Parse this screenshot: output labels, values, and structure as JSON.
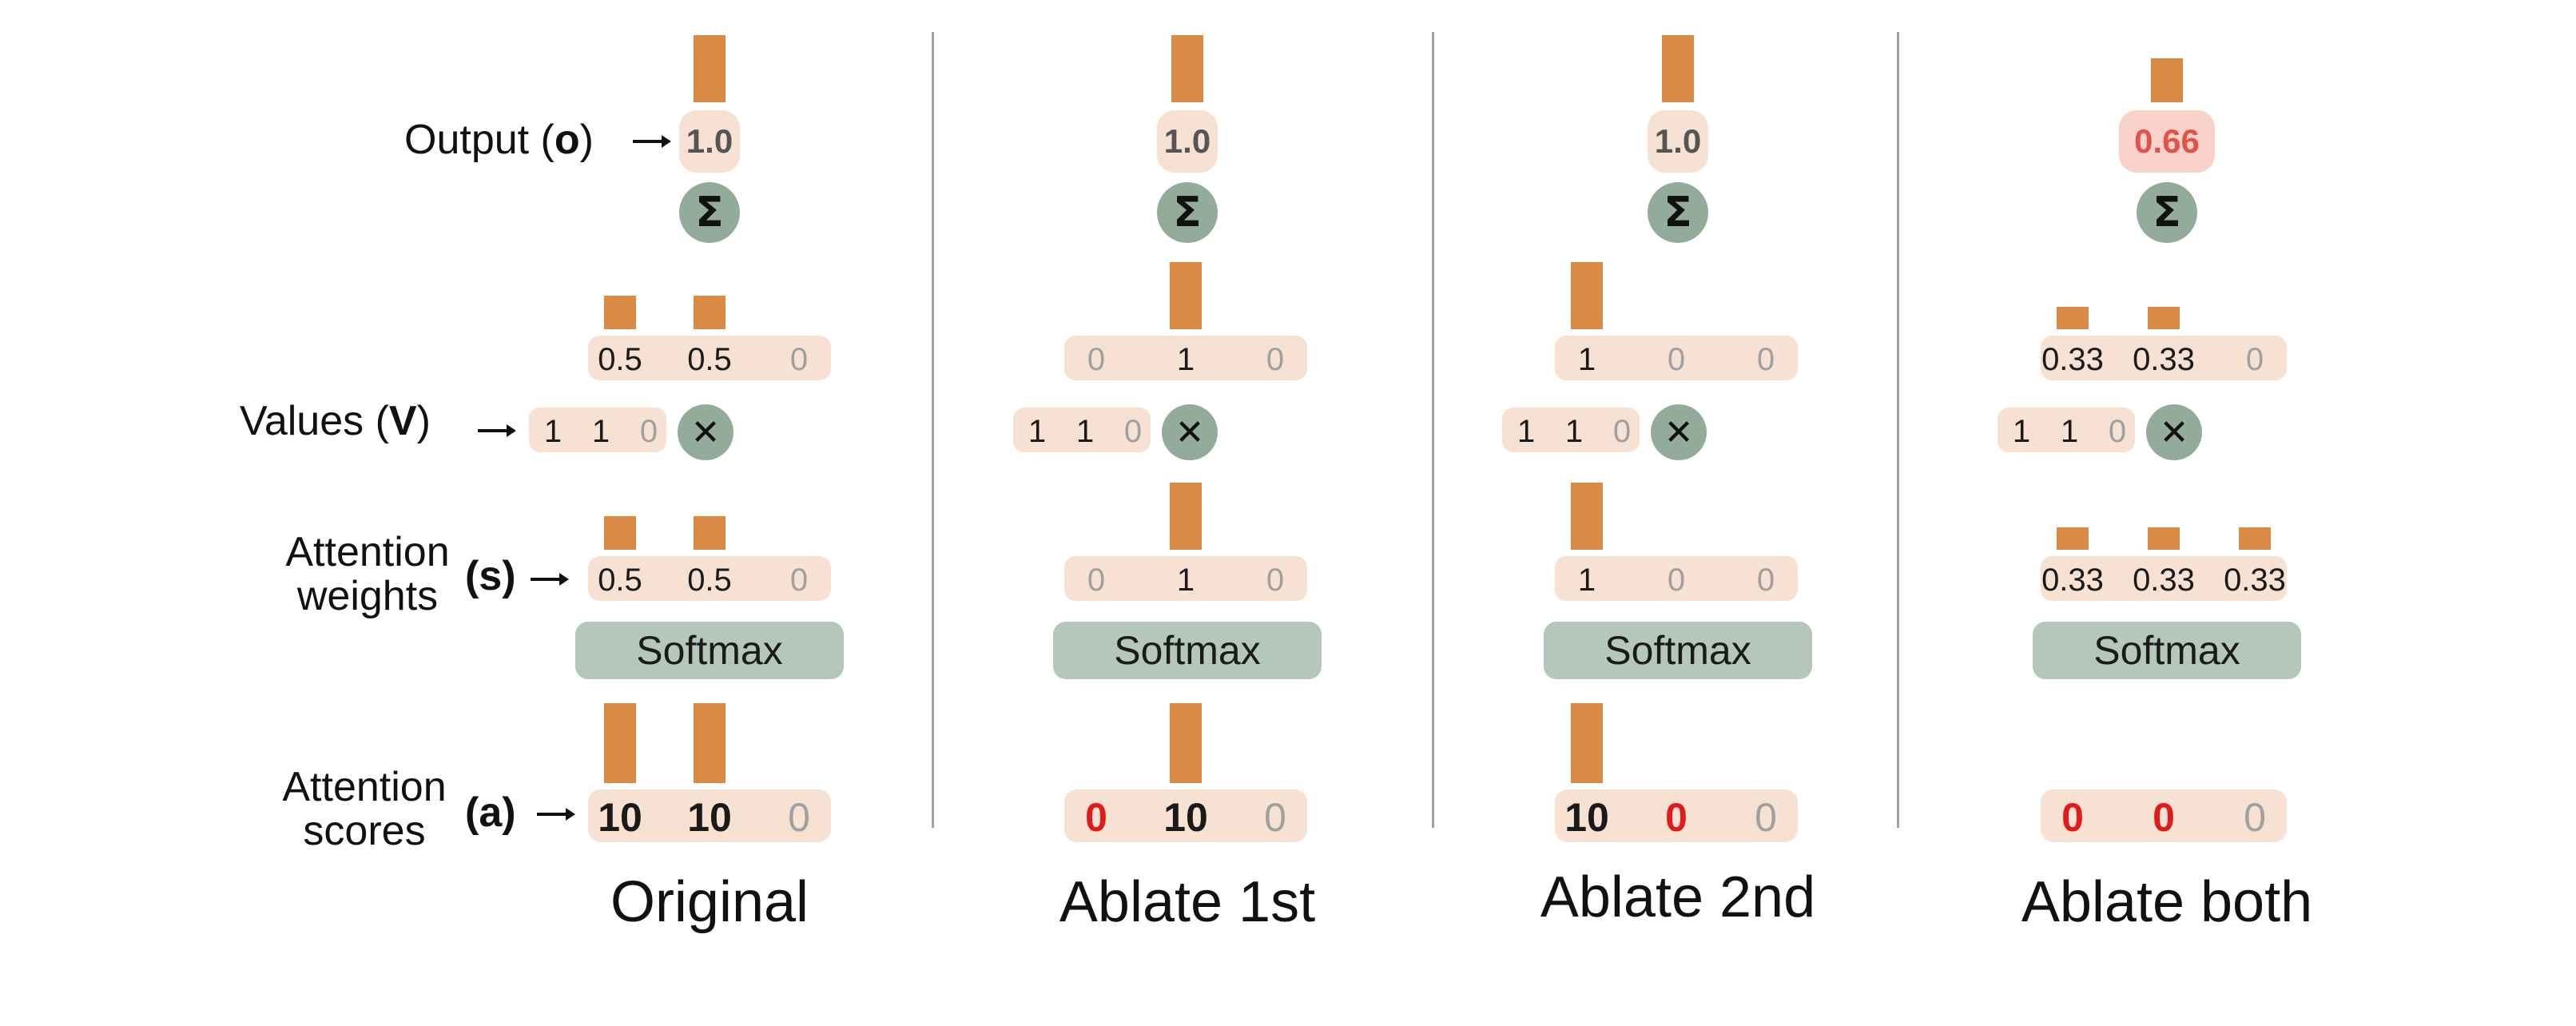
{
  "row_labels": {
    "output": "Output (",
    "output_sym": "o",
    "output_close": ")",
    "values": "Values (",
    "values_sym": "V",
    "values_close": ")",
    "attn_weights_1": "Attention",
    "attn_weights_2": "weights",
    "attn_weights_sym": "(s)",
    "attn_scores_1": "Attention",
    "attn_scores_2": "scores",
    "attn_scores_sym": "(a)"
  },
  "values_vector": [
    "1",
    "1",
    "0"
  ],
  "softmax_label": "Softmax",
  "sum_symbol": "Σ",
  "multiply_symbol": "✕",
  "panels": [
    {
      "title": "Original",
      "output": {
        "value": "1.0",
        "bar": 1.0
      },
      "weighted": [
        {
          "v": "0.5",
          "bar": 0.5
        },
        {
          "v": "0.5",
          "bar": 0.5
        },
        {
          "v": "0",
          "bar": 0
        }
      ],
      "weights": [
        {
          "v": "0.5",
          "bar": 0.5
        },
        {
          "v": "0.5",
          "bar": 0.5
        },
        {
          "v": "0",
          "bar": 0
        }
      ],
      "scores": [
        {
          "v": "10",
          "bar": 10
        },
        {
          "v": "10",
          "bar": 10
        },
        {
          "v": "0",
          "bar": 0
        }
      ]
    },
    {
      "title": "Ablate 1st",
      "output": {
        "value": "1.0",
        "bar": 1.0
      },
      "weighted": [
        {
          "v": "0",
          "bar": 0
        },
        {
          "v": "1",
          "bar": 1
        },
        {
          "v": "0",
          "bar": 0
        }
      ],
      "weights": [
        {
          "v": "0",
          "bar": 0
        },
        {
          "v": "1",
          "bar": 1
        },
        {
          "v": "0",
          "bar": 0
        }
      ],
      "scores": [
        {
          "v": "0",
          "bar": 0,
          "ablated": true
        },
        {
          "v": "10",
          "bar": 10
        },
        {
          "v": "0",
          "bar": 0
        }
      ]
    },
    {
      "title": "Ablate 2nd",
      "output": {
        "value": "1.0",
        "bar": 1.0
      },
      "weighted": [
        {
          "v": "1",
          "bar": 1
        },
        {
          "v": "0",
          "bar": 0
        },
        {
          "v": "0",
          "bar": 0
        }
      ],
      "weights": [
        {
          "v": "1",
          "bar": 1
        },
        {
          "v": "0",
          "bar": 0
        },
        {
          "v": "0",
          "bar": 0
        }
      ],
      "scores": [
        {
          "v": "10",
          "bar": 10
        },
        {
          "v": "0",
          "bar": 0,
          "ablated": true
        },
        {
          "v": "0",
          "bar": 0
        }
      ]
    },
    {
      "title": "Ablate both",
      "output": {
        "value": "0.66",
        "bar": 0.66,
        "highlight": true
      },
      "weighted": [
        {
          "v": "0.33",
          "bar": 0.33
        },
        {
          "v": "0.33",
          "bar": 0.33
        },
        {
          "v": "0",
          "bar": 0
        }
      ],
      "weights": [
        {
          "v": "0.33",
          "bar": 0.33
        },
        {
          "v": "0.33",
          "bar": 0.33
        },
        {
          "v": "0.33",
          "bar": 0.33
        }
      ],
      "scores": [
        {
          "v": "0",
          "bar": 0,
          "ablated": true
        },
        {
          "v": "0",
          "bar": 0,
          "ablated": true
        },
        {
          "v": "0",
          "bar": 0
        }
      ]
    }
  ],
  "colors": {
    "bar": "#d98a45",
    "pill": "#f6e1d3",
    "softmax": "#b5c7bb",
    "operator": "#93ab9b",
    "ablated": "#e31a1c",
    "highlight_pill": "#f8d2c8",
    "highlight_text": "#e0524a"
  }
}
